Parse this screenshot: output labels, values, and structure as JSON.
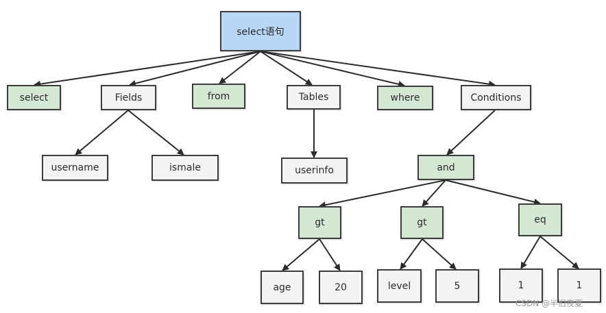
{
  "root": {
    "label": "select语句",
    "color": "#b8d6f5"
  },
  "nodes": {
    "select": {
      "label": "select"
    },
    "fields": {
      "label": "Fields"
    },
    "from": {
      "label": "from"
    },
    "tables": {
      "label": "Tables"
    },
    "where": {
      "label": "where"
    },
    "conditions": {
      "label": "Conditions"
    },
    "username": {
      "label": "username"
    },
    "ismale": {
      "label": "ismale"
    },
    "userinfo": {
      "label": "userinfo"
    },
    "and": {
      "label": "and"
    },
    "gt1": {
      "label": "gt"
    },
    "gt2": {
      "label": "gt"
    },
    "eq": {
      "label": "eq"
    },
    "age": {
      "label": "age"
    },
    "v20": {
      "label": "20"
    },
    "level": {
      "label": "level"
    },
    "v5": {
      "label": "5"
    },
    "one_a": {
      "label": "1"
    },
    "one_b": {
      "label": "1"
    }
  },
  "colors": {
    "keyword_fill": "#d5e8d4",
    "plain_fill": "#f4f4f4",
    "root_fill": "#b8d6f5",
    "line": "#2b2b2b"
  },
  "watermark": "CSDN @半旧夜夏"
}
